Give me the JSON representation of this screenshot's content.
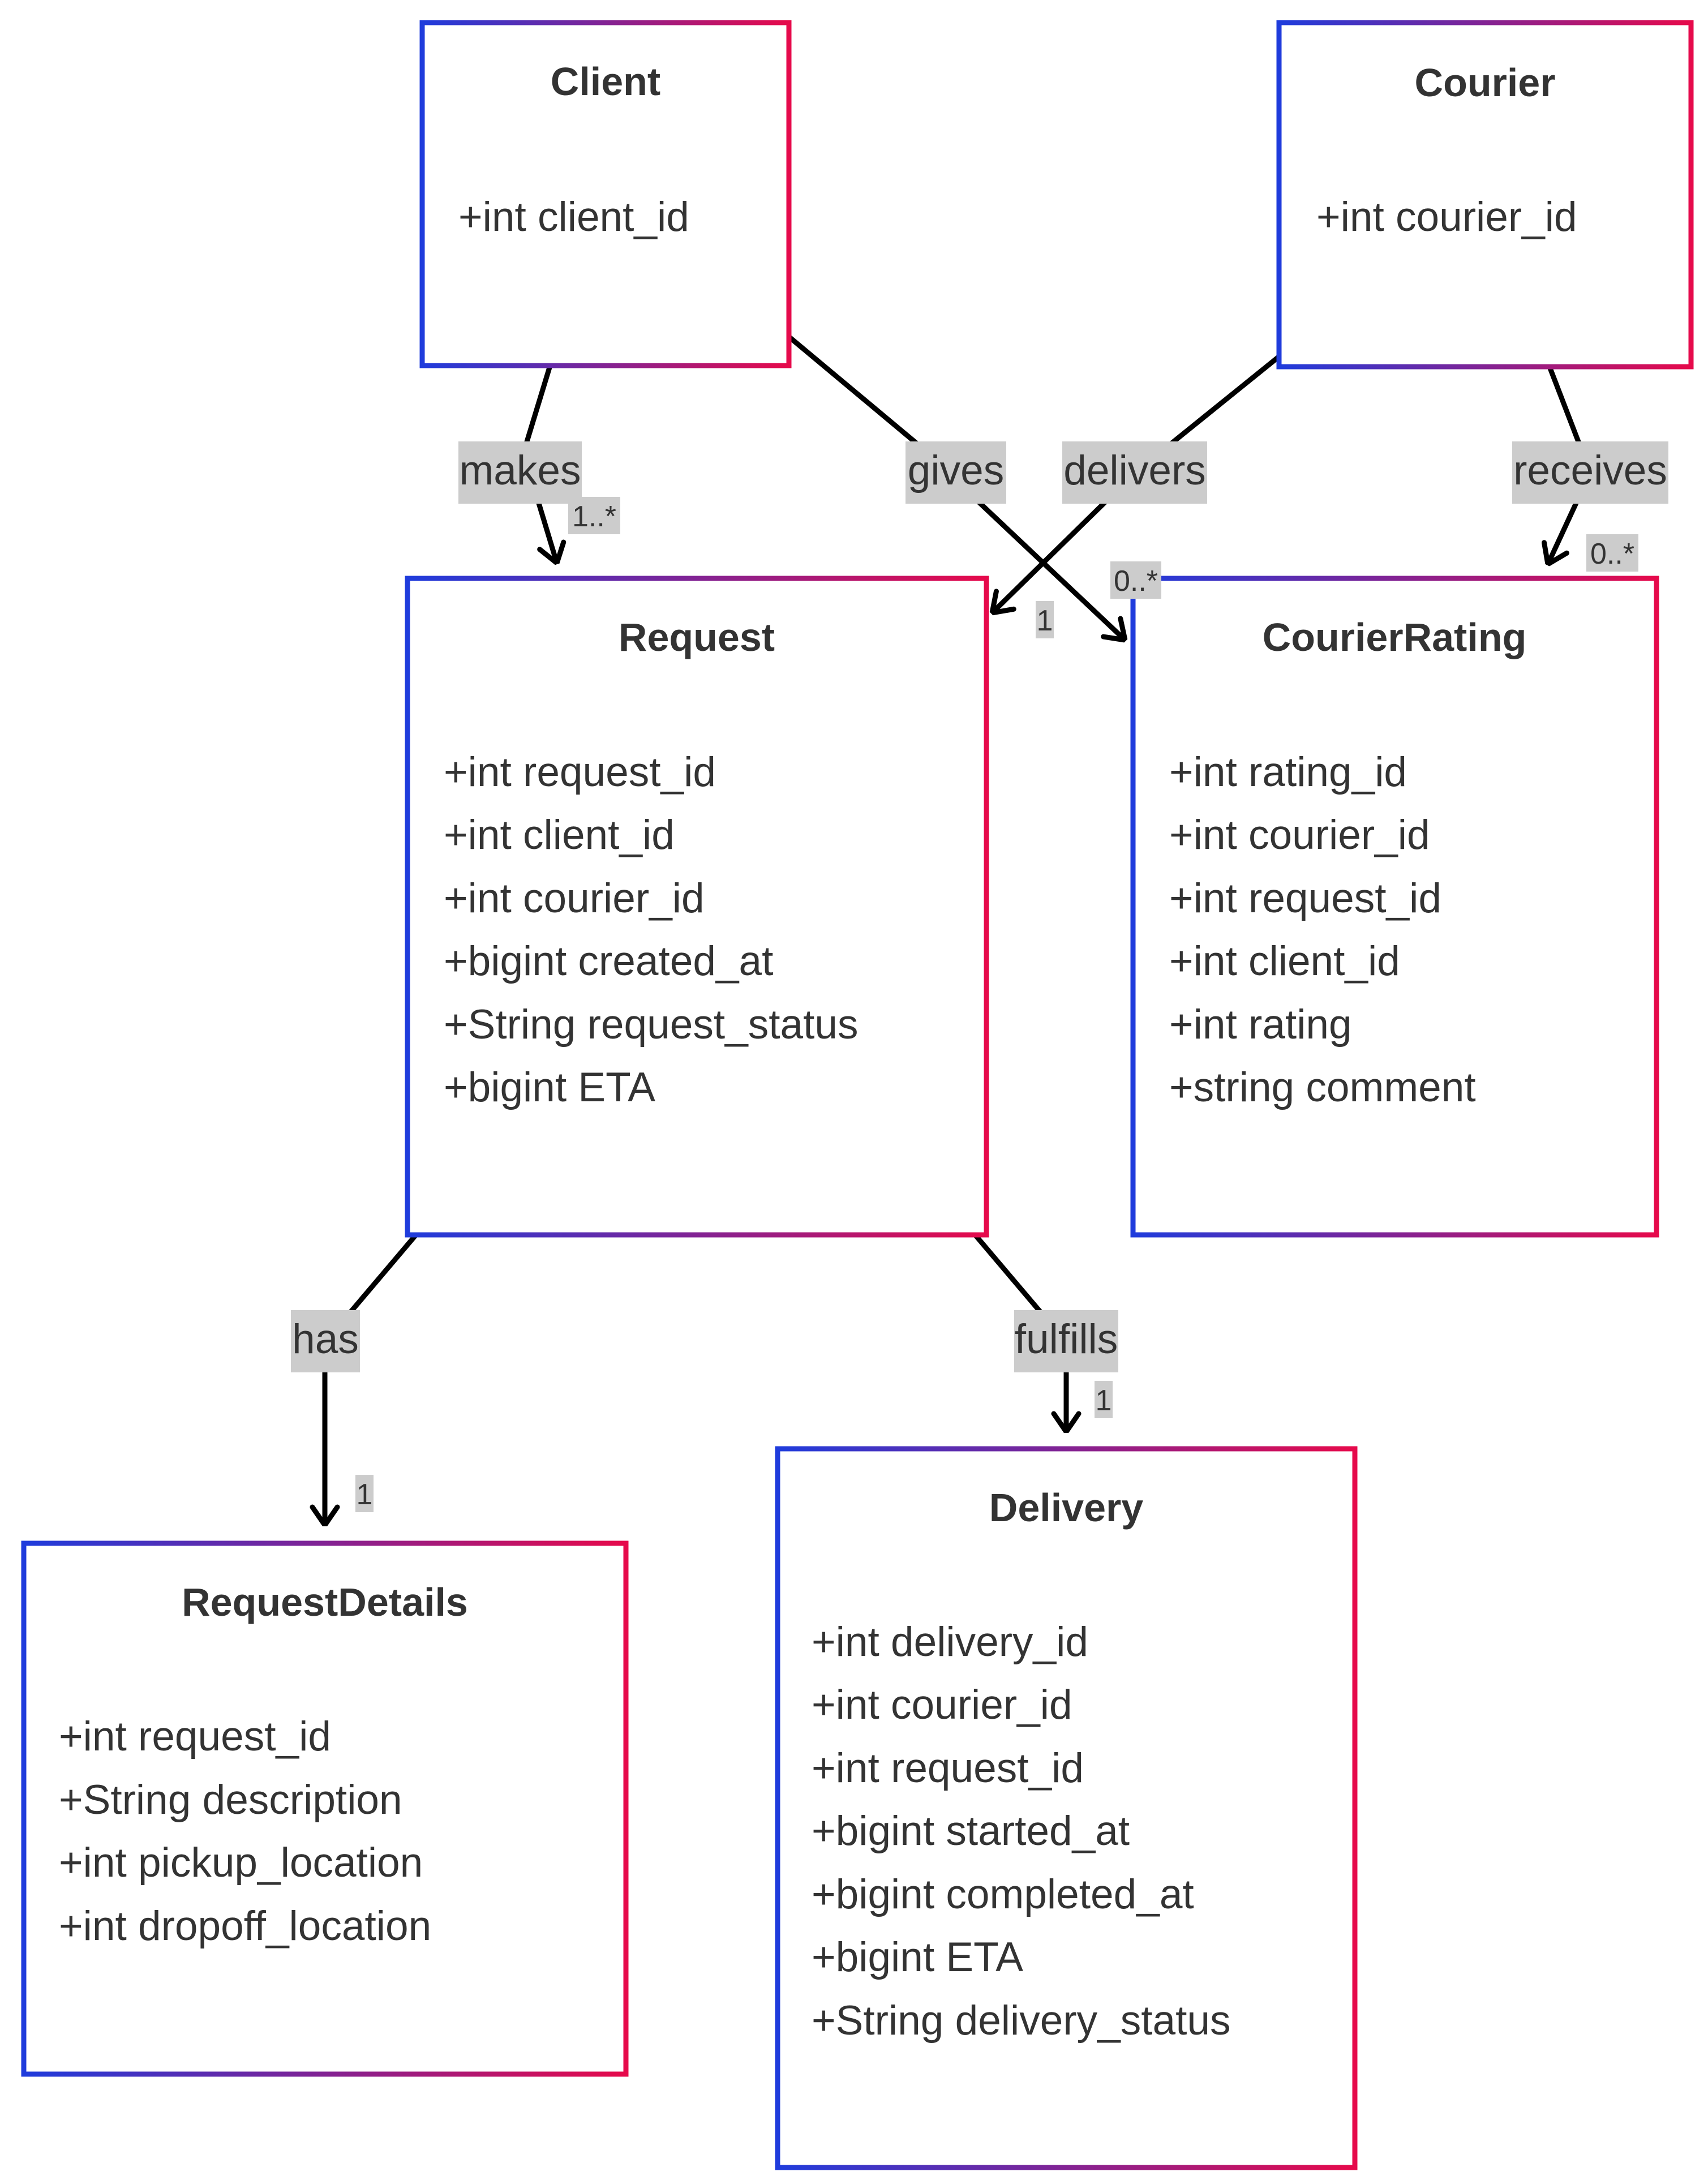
{
  "diagram": {
    "colors": {
      "border_start": "#1f3cdc",
      "border_end": "#e60a4b",
      "label_background": "#cccccc",
      "line": "#000000",
      "text": "#333333"
    },
    "classes": {
      "client": {
        "name": "Client",
        "attributes": [
          "+int client_id"
        ]
      },
      "courier": {
        "name": "Courier",
        "attributes": [
          "+int courier_id"
        ]
      },
      "request": {
        "name": "Request",
        "attributes": [
          "+int request_id",
          "+int client_id",
          "+int courier_id",
          "+bigint created_at",
          "+String request_status",
          "+bigint ETA"
        ]
      },
      "courier_rating": {
        "name": "CourierRating",
        "attributes": [
          "+int rating_id",
          "+int courier_id",
          "+int request_id",
          "+int client_id",
          "+int rating",
          "+string comment"
        ]
      },
      "request_details": {
        "name": "RequestDetails",
        "attributes": [
          "+int request_id",
          "+String description",
          "+int pickup_location",
          "+int dropoff_location"
        ]
      },
      "delivery": {
        "name": "Delivery",
        "attributes": [
          "+int delivery_id",
          "+int courier_id",
          "+int request_id",
          "+bigint started_at",
          "+bigint completed_at",
          "+bigint ETA",
          "+String delivery_status"
        ]
      }
    },
    "relations": {
      "makes": {
        "from": "Client",
        "to": "Request",
        "label": "makes",
        "multiplicity": "1..*"
      },
      "gives": {
        "from": "Client",
        "to": "CourierRating",
        "label": "gives",
        "multiplicity": "0..*"
      },
      "delivers": {
        "from": "Courier",
        "to": "Request",
        "label": "delivers",
        "multiplicity": "1"
      },
      "receives": {
        "from": "Courier",
        "to": "CourierRating",
        "label": "receives",
        "multiplicity": "0..*"
      },
      "has": {
        "from": "Request",
        "to": "RequestDetails",
        "label": "has",
        "multiplicity": "1"
      },
      "fulfills": {
        "from": "Request",
        "to": "Delivery",
        "label": "fulfills",
        "multiplicity": "1"
      }
    }
  }
}
